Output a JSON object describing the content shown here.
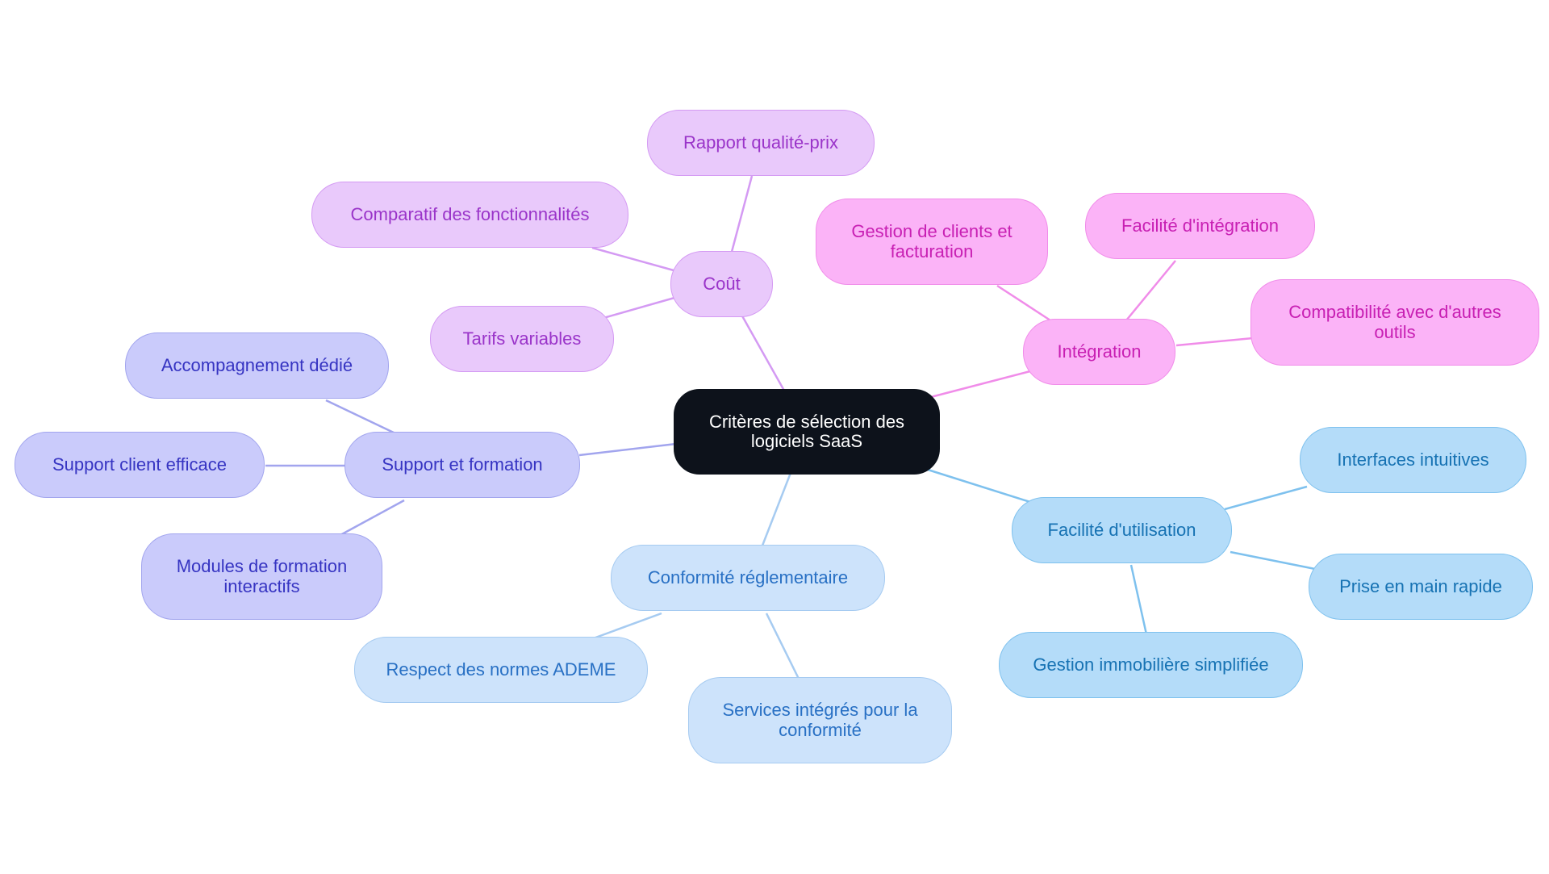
{
  "diagram": {
    "root": {
      "label": "Critères de sélection des logiciels SaaS"
    },
    "branches": {
      "cout": {
        "label": "Coût",
        "color": "#d49af3",
        "children": [
          "Rapport qualité-prix",
          "Comparatif des fonctionnalités",
          "Tarifs variables"
        ]
      },
      "integration": {
        "label": "Intégration",
        "color": "#f08ce9",
        "children": [
          "Gestion de clients et facturation",
          "Facilité d'intégration",
          "Compatibilité avec d'autres outils"
        ]
      },
      "utilisation": {
        "label": "Facilité d'utilisation",
        "color": "#7ec1ee",
        "children": [
          "Interfaces intuitives",
          "Prise en main rapide",
          "Gestion immobilière simplifiée"
        ]
      },
      "conformite": {
        "label": "Conformité réglementaire",
        "color": "#a6cbf1",
        "children": [
          "Respect des normes ADEME",
          "Services intégrés pour la conformité"
        ]
      },
      "support": {
        "label": "Support et formation",
        "color": "#a2a5ee",
        "children": [
          "Accompagnement dédié",
          "Support client efficace",
          "Modules de formation interactifs"
        ]
      }
    }
  }
}
